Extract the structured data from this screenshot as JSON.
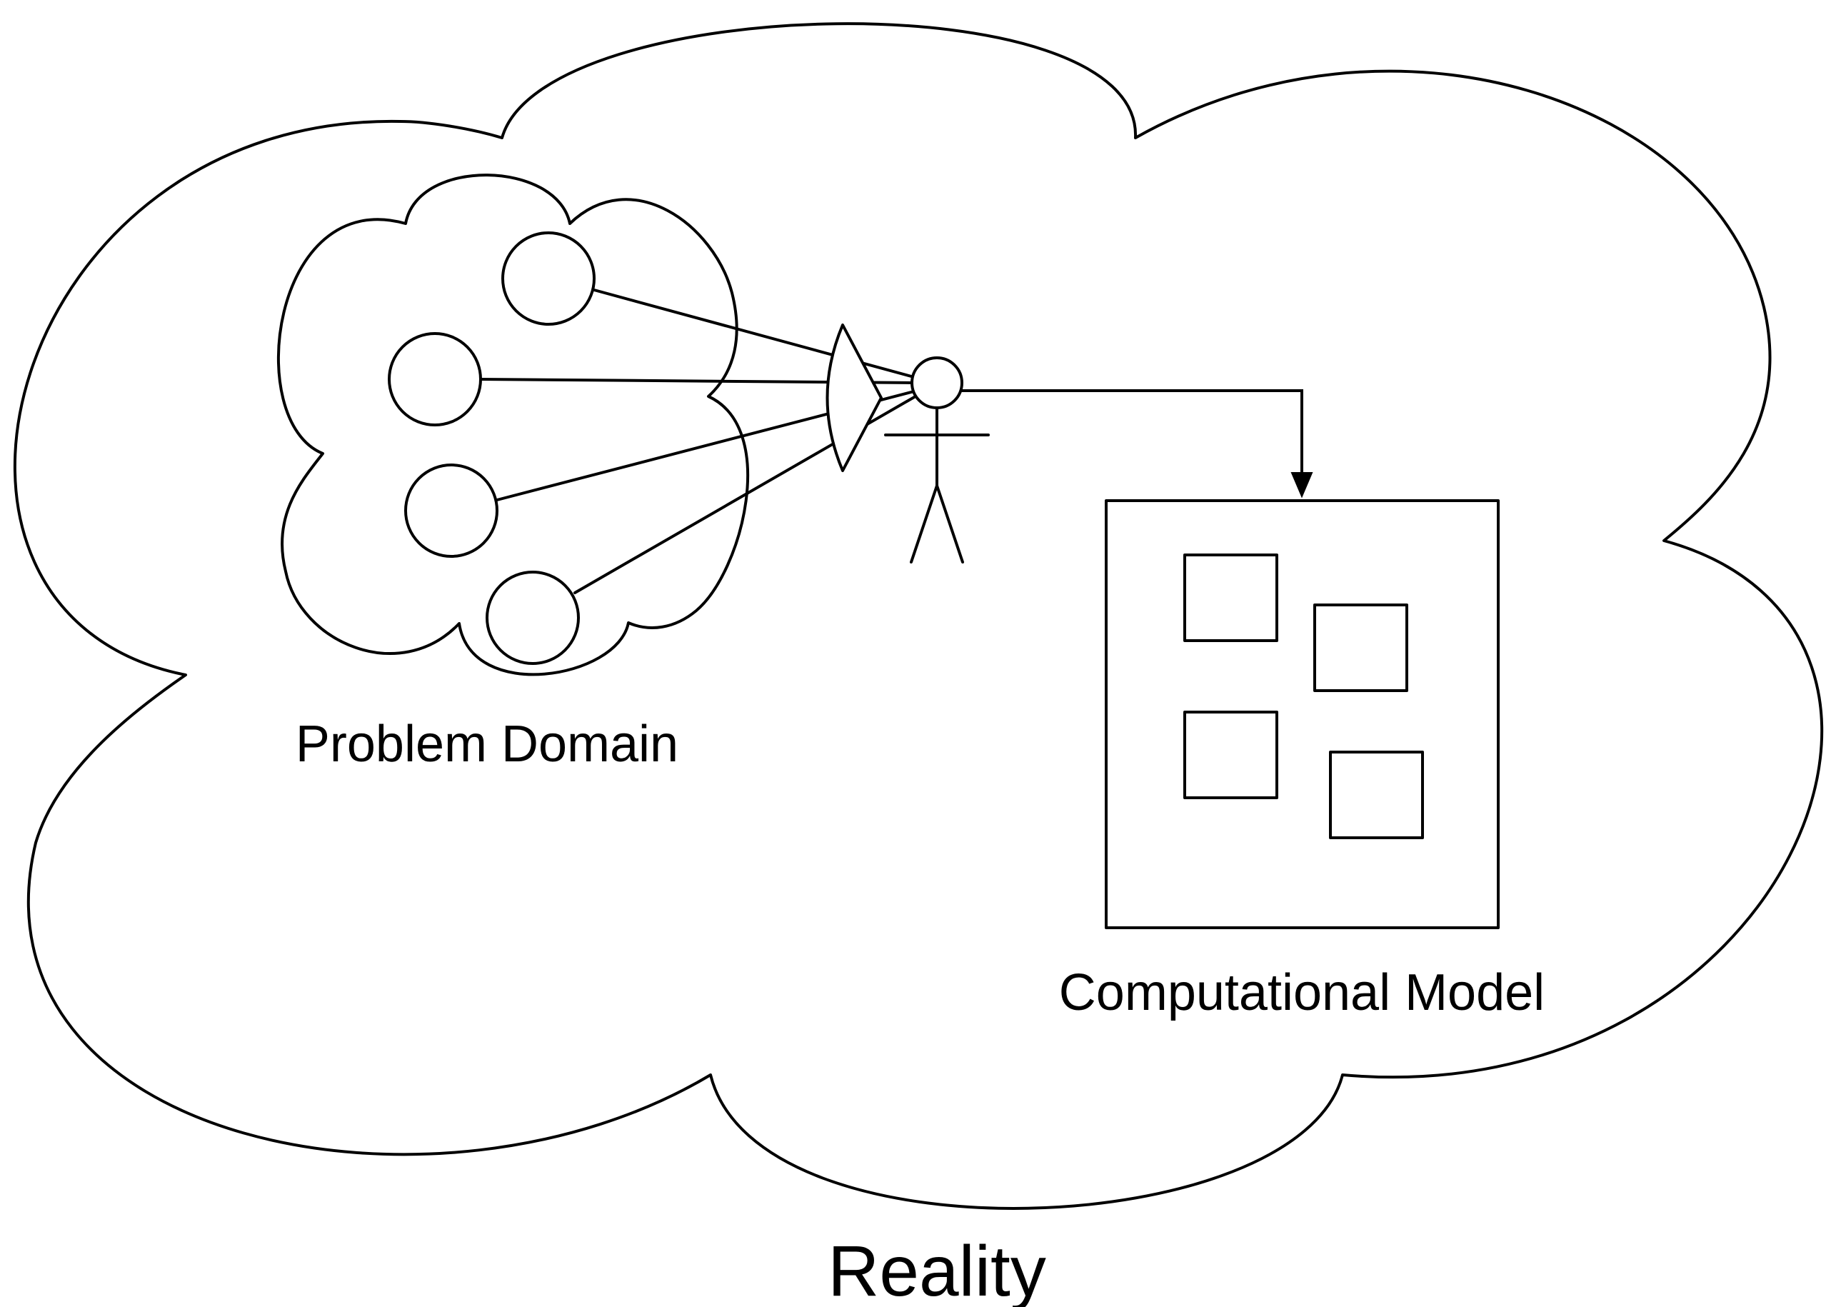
{
  "labels": {
    "problem_domain": "Problem Domain",
    "computational_model": "Computational Model",
    "reality": "Reality"
  },
  "colors": {
    "stroke": "#000000",
    "background": "#ffffff"
  }
}
